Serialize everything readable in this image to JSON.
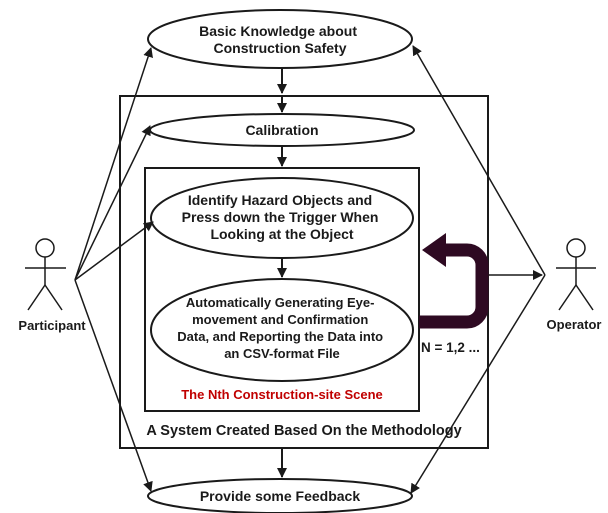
{
  "nodes": {
    "basic_knowledge": [
      "Basic Knowledge about",
      "Construction Safety"
    ],
    "calibration": "Calibration",
    "identify_hazard": [
      "Identify Hazard Objects and",
      "Press down the Trigger When",
      "Looking at the Object"
    ],
    "auto_generating": [
      "Automatically Generating Eye-",
      "movement and Confirmation",
      "Data, and Reporting the Data into",
      "an CSV-format File"
    ],
    "feedback": "Provide some Feedback"
  },
  "actors": {
    "participant": "Participant",
    "operator": "Operator"
  },
  "scene_label": "The Nth Construction-site Scene",
  "system_label": "A System Created Based On the Methodology",
  "loop_label": "N = 1,2 ...",
  "colors": {
    "scene_label": "#c00000",
    "loop_arrow": "#2e0a22",
    "line": "#1a1a1a"
  }
}
